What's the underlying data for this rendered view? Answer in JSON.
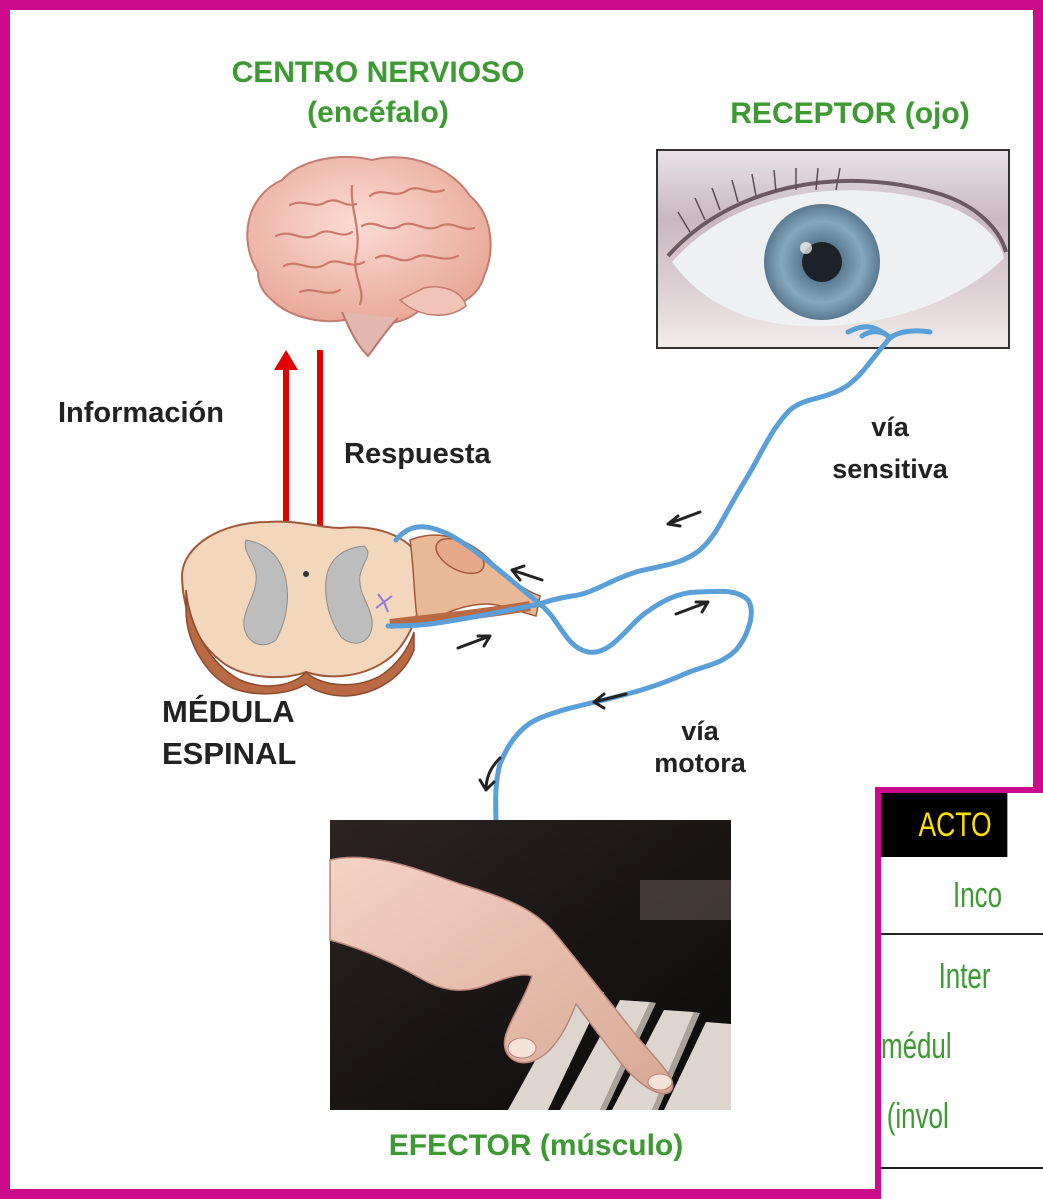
{
  "labels": {
    "centro": "CENTRO NERVIOSO",
    "encefalo": "(encéfalo)",
    "receptor": "RECEPTOR (ojo)",
    "informacion": "Información",
    "respuesta": "Respuesta",
    "via_sensitiva_1": "vía",
    "via_sensitiva_2": "sensitiva",
    "medula_1": "MÉDULA",
    "medula_2": "ESPINAL",
    "via_motora_1": "vía",
    "via_motora_2": "motora",
    "efector": "EFECTOR (músculo)"
  },
  "table": {
    "header": "ACTO",
    "row1": "Inco",
    "row2_a": "Inter",
    "row2_b": "médul",
    "row2_c": "(invol"
  },
  "colors": {
    "frame": "#cc0a8c",
    "label_green": "#3d9a32",
    "arrow_red": "#e30000",
    "nerve_blue": "#5a9fd8",
    "table_header_text": "#ffe000"
  }
}
